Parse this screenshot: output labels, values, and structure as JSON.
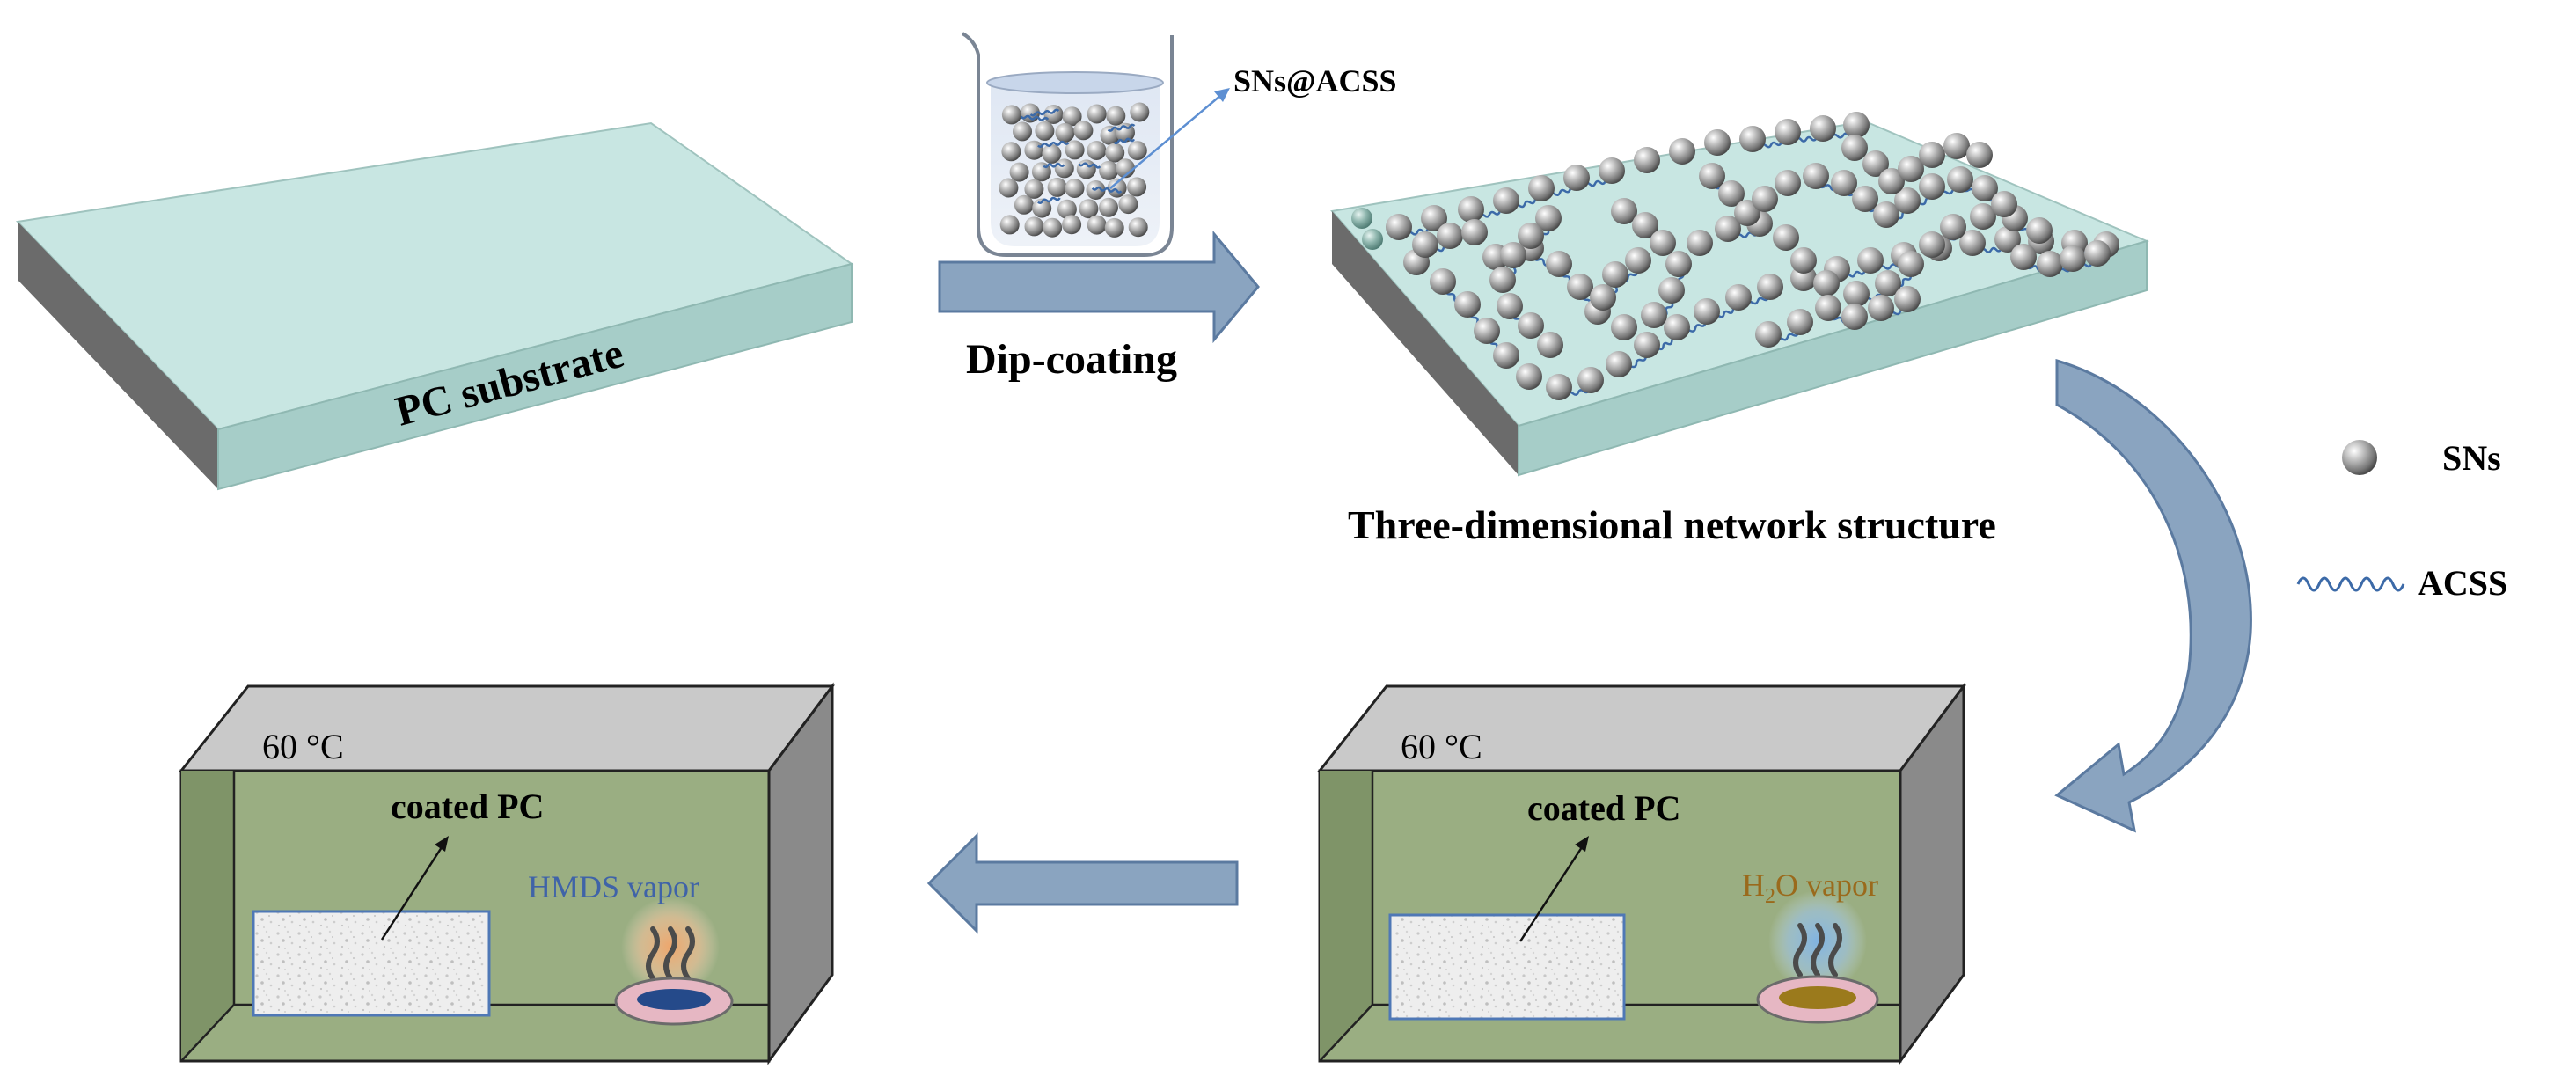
{
  "labels": {
    "substrate": "PC substrate",
    "beaker_label": "SNs@ACSS",
    "step1": "Dip-coating",
    "network": "Three-dimensional network structure",
    "legend_sns": "SNs",
    "legend_acss": "ACSS",
    "temp_left": "60 °C",
    "temp_right": "60 °C",
    "coated_left": "coated PC",
    "coated_right": "coated PC",
    "vapor_left": "HMDS vapor",
    "vapor_right_h": "H",
    "vapor_right_sub": "2",
    "vapor_right_rest": "O vapor"
  },
  "colors": {
    "substrate_top": "#c8e6e2",
    "substrate_front": "#a6cdc8",
    "substrate_side": "#6b6b6b",
    "arrow_blue": "#8aa4c0",
    "arrow_edge": "#5b7aa0",
    "chamber_inner": "#9aae82",
    "chamber_floor": "#8fa478",
    "chamber_left_wall": "#7f9468",
    "chamber_top": "#c9c9c9",
    "chamber_side": "#8a8a8a",
    "fiber": "#3c6aa8",
    "hmds_text": "#3f63a8",
    "h2o_text": "#9a6a1c"
  }
}
